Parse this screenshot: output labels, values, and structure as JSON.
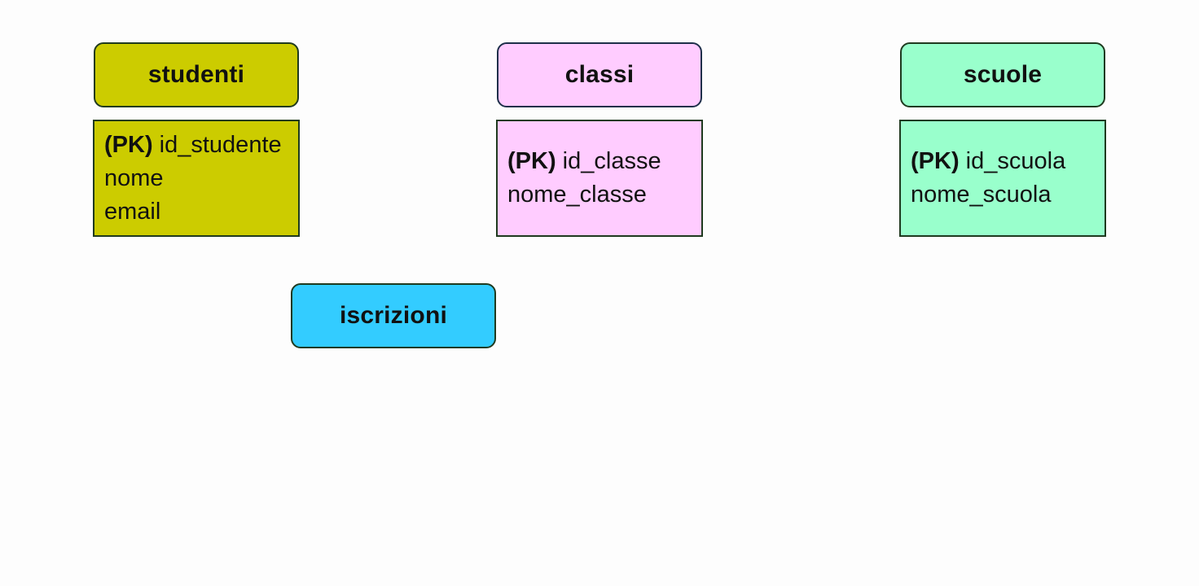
{
  "entities": {
    "studenti": {
      "title": "studenti",
      "color": "#cccc00",
      "attributes": [
        {
          "tag": "(PK)",
          "name": "id_studente"
        },
        {
          "tag": "",
          "name": "nome"
        },
        {
          "tag": "",
          "name": "email"
        }
      ]
    },
    "classi": {
      "title": "classi",
      "color": "#ffccff",
      "attributes": [
        {
          "tag": "(PK)",
          "name": "id_classe"
        },
        {
          "tag": "",
          "name": "nome_classe"
        }
      ]
    },
    "scuole": {
      "title": "scuole",
      "color": "#99ffcc",
      "attributes": [
        {
          "tag": "(PK)",
          "name": "id_scuola"
        },
        {
          "tag": "",
          "name": "nome_scuola"
        }
      ]
    },
    "iscrizioni": {
      "title": "iscrizioni",
      "color": "#33ccff"
    }
  }
}
